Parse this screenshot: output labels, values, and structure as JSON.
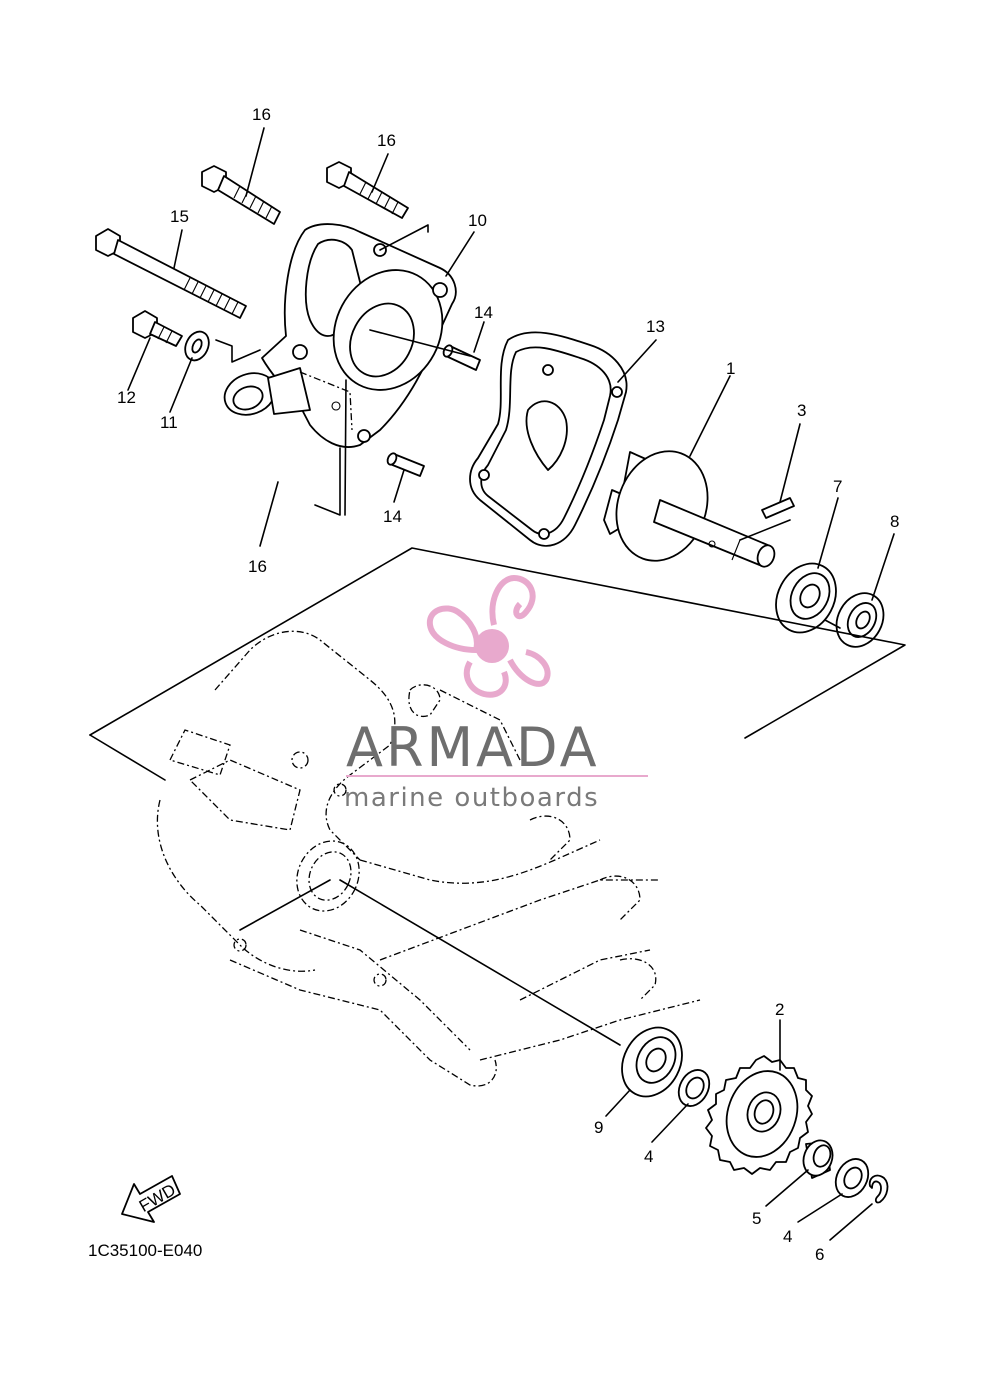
{
  "diagram": {
    "callouts": [
      {
        "id": "c16a",
        "text": "16"
      },
      {
        "id": "c16b",
        "text": "16"
      },
      {
        "id": "c15",
        "text": "15"
      },
      {
        "id": "c10",
        "text": "10"
      },
      {
        "id": "c14a",
        "text": "14"
      },
      {
        "id": "c13",
        "text": "13"
      },
      {
        "id": "c12",
        "text": "12"
      },
      {
        "id": "c11",
        "text": "11"
      },
      {
        "id": "c1",
        "text": "1"
      },
      {
        "id": "c3",
        "text": "3"
      },
      {
        "id": "c7",
        "text": "7"
      },
      {
        "id": "c8",
        "text": "8"
      },
      {
        "id": "c14b",
        "text": "14"
      },
      {
        "id": "c16c",
        "text": "16"
      },
      {
        "id": "c2",
        "text": "2"
      },
      {
        "id": "c9",
        "text": "9"
      },
      {
        "id": "c4a",
        "text": "4"
      },
      {
        "id": "c5",
        "text": "5"
      },
      {
        "id": "c4b",
        "text": "4"
      },
      {
        "id": "c6",
        "text": "6"
      }
    ],
    "fwd_arrow_text": "FWD",
    "diagram_code": "1C35100-E040"
  },
  "watermark": {
    "brand": "ARMADA",
    "tagline": "marine outboards",
    "accent_color": "#e8a9cd",
    "text_color": "#6e6e6e"
  }
}
